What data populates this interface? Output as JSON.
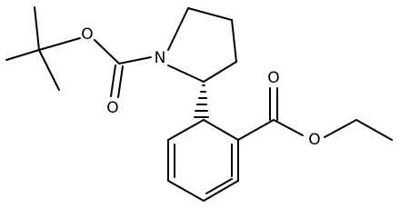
{
  "molecule": {
    "atoms": {
      "n1": "N",
      "o_carbonyl_boc": "O",
      "o_ether_boc": "O",
      "o_carbonyl_ester": "O",
      "o_ether_ester": "O"
    }
  },
  "colors": {
    "bond": "#000000",
    "label": "#000000",
    "background": "#ffffff"
  }
}
